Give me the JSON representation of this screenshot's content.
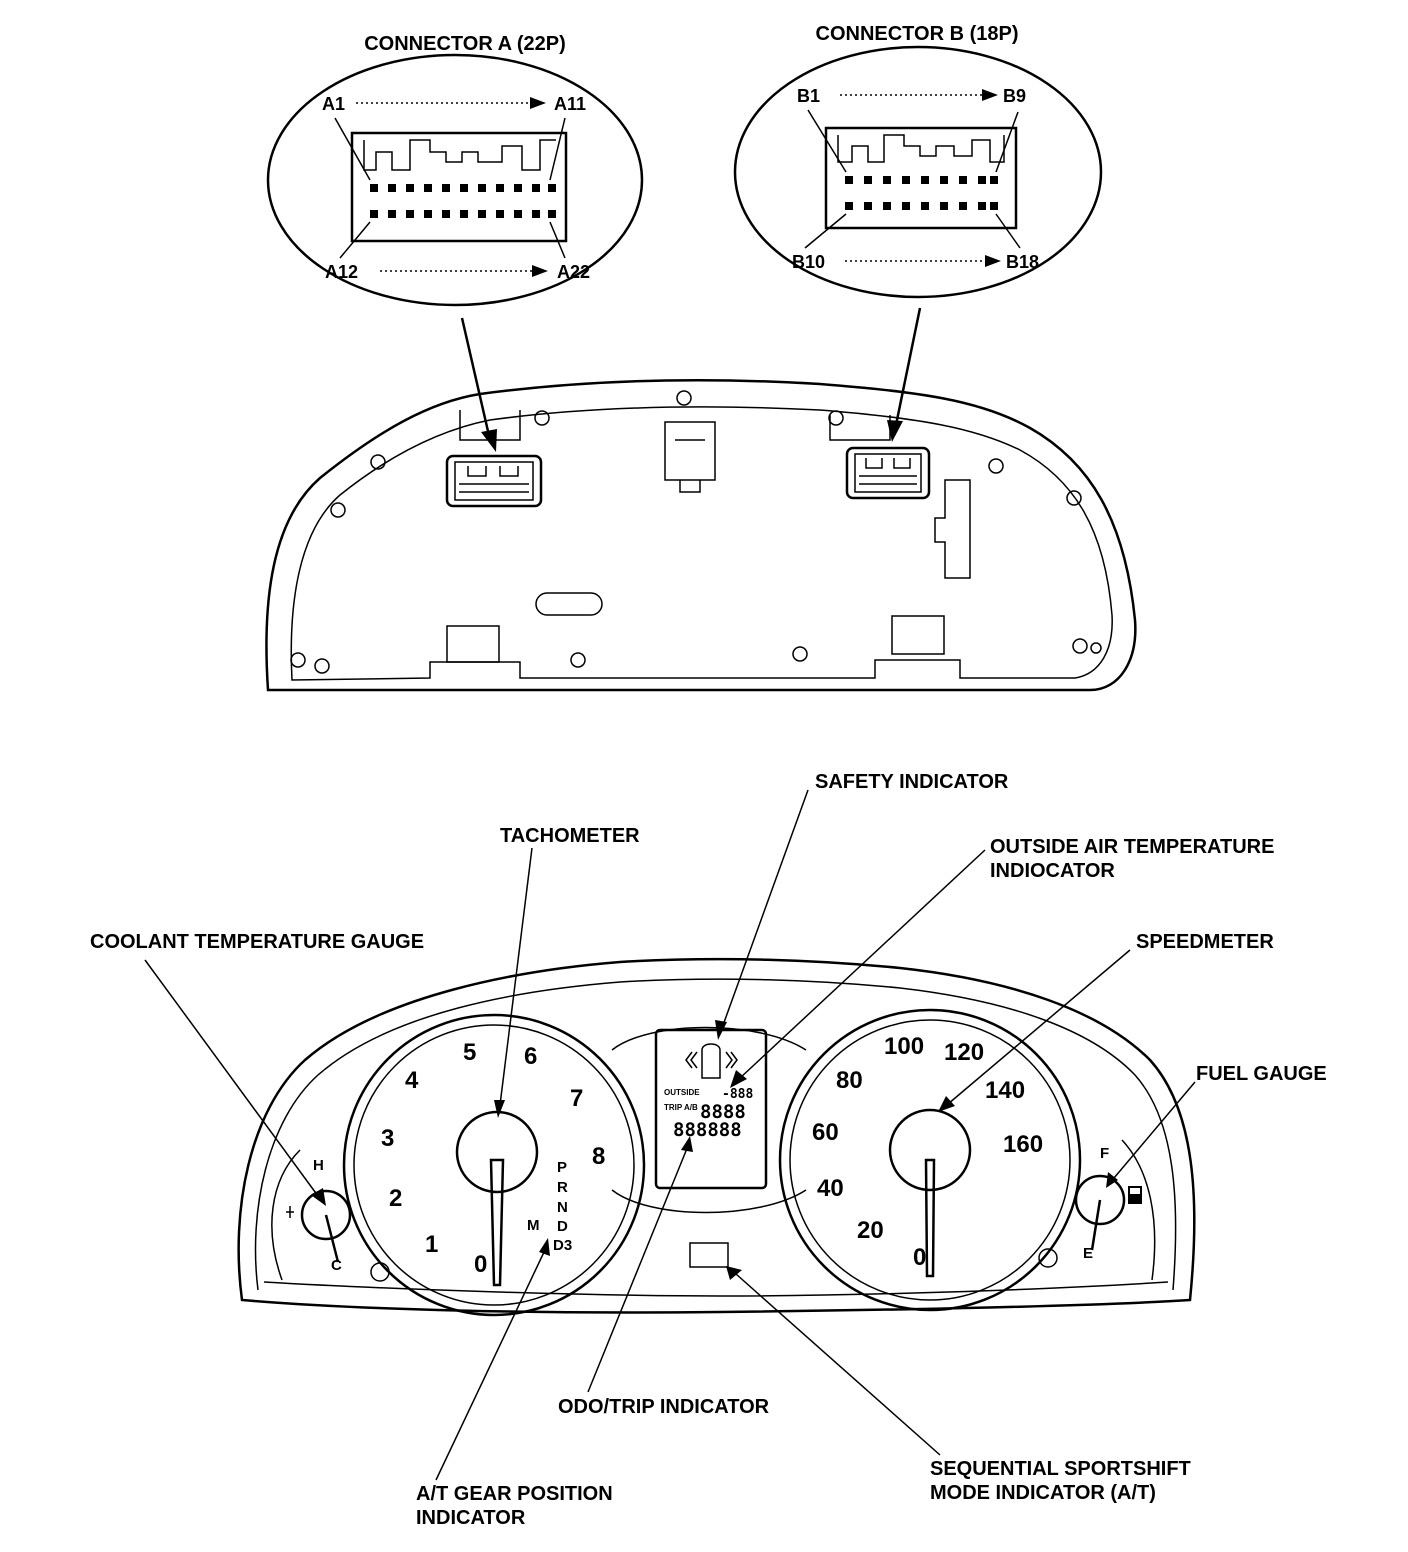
{
  "connectors": {
    "a": {
      "title": "CONNECTOR A (22P)",
      "pin_top_left": "A1",
      "pin_top_right": "A11",
      "pin_bottom_left": "A12",
      "pin_bottom_right": "A22"
    },
    "b": {
      "title": "CONNECTOR B (18P)",
      "pin_top_left": "B1",
      "pin_top_right": "B9",
      "pin_bottom_left": "B10",
      "pin_bottom_right": "B18"
    }
  },
  "callouts": {
    "safety": "SAFETY INDICATOR",
    "tachometer": "TACHOMETER",
    "outside_air_line1": "OUTSIDE AIR TEMPERATURE",
    "outside_air_line2": "INDIOCATOR",
    "coolant": "COOLANT TEMPERATURE GAUGE",
    "speedmeter": "SPEEDMETER",
    "fuel": "FUEL GAUGE",
    "odo_trip": "ODO/TRIP INDICATOR",
    "sportshift_line1": "SEQUENTIAL SPORTSHIFT",
    "sportshift_line2": "MODE INDICATOR (A/T)",
    "gear_line1": "A/T GEAR POSITION",
    "gear_line2": "INDICATOR"
  },
  "tachometer_numbers": [
    "0",
    "1",
    "2",
    "3",
    "4",
    "5",
    "6",
    "7",
    "8"
  ],
  "speedometer_numbers": [
    "0",
    "20",
    "40",
    "60",
    "80",
    "100",
    "120",
    "140",
    "160"
  ],
  "gear_letters": [
    "P",
    "R",
    "N",
    "D",
    "D3",
    "M"
  ],
  "coolant_marks": {
    "hot": "H",
    "cold": "C"
  },
  "fuel_marks": {
    "full": "F",
    "empty": "E"
  },
  "display": {
    "outside_label": "OUTSIDE",
    "trip_label": "TRIP A/B",
    "temp_digits": "-888",
    "trip_digits": "8888",
    "odo_digits": "888888"
  }
}
